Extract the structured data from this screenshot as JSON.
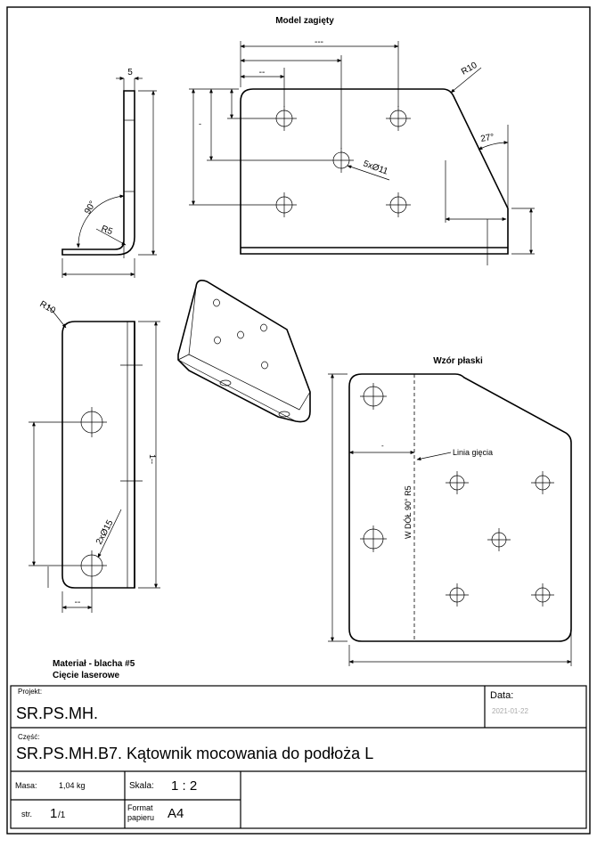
{
  "views": {
    "bent_model_title": "Model zagięty",
    "flat_pattern_title": "Wzór płaski"
  },
  "dimensions": {
    "thickness": "5",
    "angle_side": "90°",
    "bend_radius": "R5",
    "corner_radius_top": "R10",
    "chamfer_angle": "27°",
    "holes_main": "5xØ11",
    "corner_radius_side": "R10",
    "holes_side": "2xØ15",
    "top_width": "---",
    "top_offset": "--",
    "side_height": "1--",
    "side_bottom": "--",
    "left_height": "-"
  },
  "flat": {
    "bend_line": "Linia gięcia",
    "bend_note": "W DÓŁ 90° R5",
    "small_tick": "-"
  },
  "notes": {
    "material": "Materiał - blacha #5",
    "cutting": "Cięcie laserowe"
  },
  "title_block": {
    "project_label": "Projekt:",
    "project_value": "SR.PS.MH.",
    "date_label": "Data:",
    "date_value": "2021-01-22",
    "part_label": "Część:",
    "part_value": "SR.PS.MH.B7. Kątownik mocowania do podłoża L",
    "mass_label": "Masa:",
    "mass_value": "1,04 kg",
    "scale_label": "Skala:",
    "scale_value": "1 : 2",
    "page_label": "str.",
    "page_current": "1",
    "page_total": "/1",
    "format_label_1": "Format",
    "format_label_2": "papieru",
    "format_value": "A4"
  }
}
